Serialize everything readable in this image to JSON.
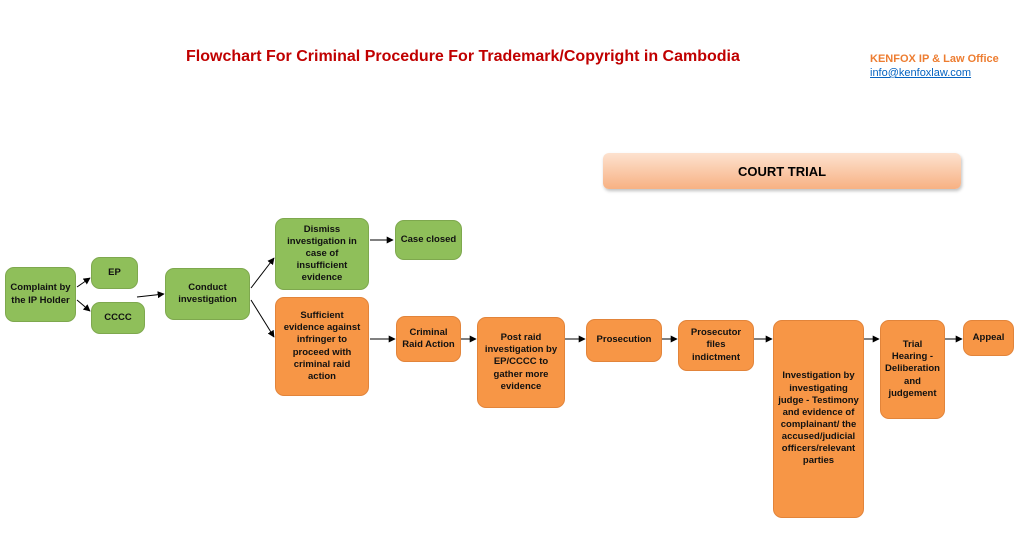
{
  "header": {
    "title": "Flowchart For Criminal Procedure For Trademark/Copyright in Cambodia",
    "org_name": "KENFOX IP & Law Office",
    "email": "info@kenfoxlaw.com"
  },
  "banner": {
    "label": "COURT TRIAL"
  },
  "nodes": {
    "complaint": "Complaint by the IP Holder",
    "ep": "EP",
    "cccc": "CCCC",
    "conduct": "Conduct investigation",
    "dismiss": "Dismiss investigation in case of insufficient evidence",
    "case_closed": "Case closed",
    "sufficient": "Sufficient evidence against infringer to proceed with criminal raid action",
    "criminal_raid": "Criminal Raid Action",
    "post_raid": "Post raid investigation by EP/CCCC to gather more evidence",
    "prosecution": "Prosecution",
    "indictment": "Prosecutor files indictment",
    "judge": "Investigation by investigating judge - Testimony and evidence of complainant/ the accused/judicial officers/relevant parties",
    "trial": "Trial Hearing - Deliberation and judgement",
    "appeal": "Appeal"
  },
  "colors": {
    "title": "#c00000",
    "org": "#ed7d31",
    "link": "#0563c1",
    "green": "#8fbf5a",
    "orange": "#f79646",
    "banner_top": "#fde2cf",
    "banner_bottom": "#f7b183"
  }
}
